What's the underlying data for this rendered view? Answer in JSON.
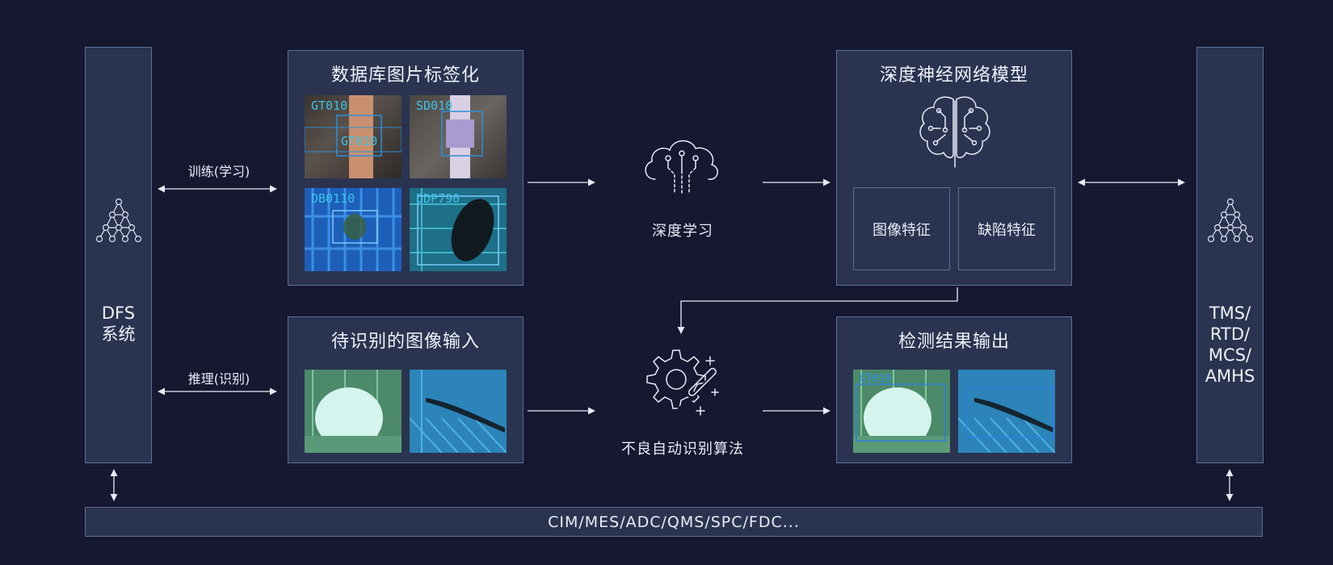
{
  "left_system": {
    "line1": "DFS",
    "line2": "系统"
  },
  "right_system": {
    "lines": [
      "TMS/",
      "RTD/",
      "MCS/",
      "AMHS"
    ]
  },
  "arrows": {
    "train": "训练(学习)",
    "infer": "推理(识别)"
  },
  "labeling_panel": {
    "title": "数据库图片标签化",
    "thumbs": [
      {
        "code": "GT010",
        "code2": "GT010"
      },
      {
        "code": "SD010"
      },
      {
        "code": "DB0110"
      },
      {
        "code": "DDP790"
      }
    ]
  },
  "deep_learning": {
    "label": "深度学习"
  },
  "dnn_panel": {
    "title": "深度神经网络模型",
    "features": [
      "图像特征",
      "缺陷特征"
    ]
  },
  "input_panel": {
    "title": "待识别的图像输入"
  },
  "algorithm": {
    "label": "不良自动识别算法"
  },
  "output_panel": {
    "title": "检测结果输出",
    "thumb_code": "GT010"
  },
  "bottom_bar": {
    "text": "CIM/MES/ADC/QMS/SPC/FDC..."
  }
}
